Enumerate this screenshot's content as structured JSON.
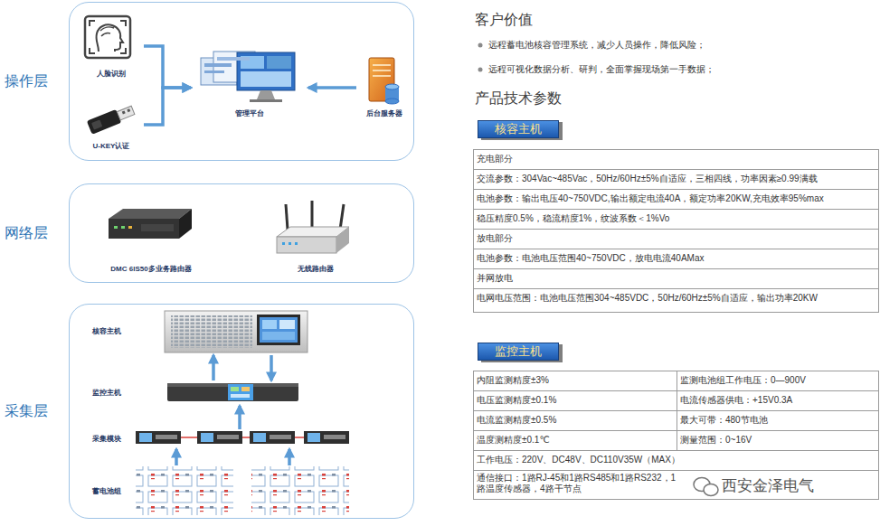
{
  "diagram": {
    "nodes": [
      {
        "text": [
          "操作层"
        ]
      },
      {
        "text": [
          "人脸识别"
        ],
        "in": 0
      },
      {
        "text": [
          "U-KEY认证"
        ],
        "in": 0
      },
      {
        "text": [
          "管理平台"
        ],
        "in": 0
      },
      {
        "text": [
          "后台服务器"
        ],
        "in": 0
      },
      {
        "text": [
          "网络层"
        ]
      },
      {
        "text": [
          "DMC 6IS50多业务路由器"
        ],
        "in": 5
      },
      {
        "text": [
          "无线路由器"
        ],
        "in": 5
      },
      {
        "text": [
          "采集层"
        ]
      },
      {
        "text": [
          "核容主机"
        ],
        "in": 8
      },
      {
        "text": [
          "监控主机"
        ],
        "in": 8
      },
      {
        "text": [
          "采集模块"
        ],
        "in": 8
      },
      {
        "text": [
          "蓄电池组"
        ],
        "in": 8
      },
      {
        "text": [
          "核容主机"
        ]
      },
      {
        "text": [
          "监控主机"
        ]
      }
    ],
    "edges": [
      {
        "from": 1,
        "to": 3,
        "arrow": "to"
      },
      {
        "from": 2,
        "to": 3,
        "arrow": "to"
      },
      {
        "from": 4,
        "to": 3,
        "arrow": "to"
      },
      {
        "from": 10,
        "to": 9,
        "arrow": "to"
      },
      {
        "from": 9,
        "to": 10,
        "arrow": "to"
      },
      {
        "from": 11,
        "to": 10,
        "arrow": "to"
      },
      {
        "from": 12,
        "to": 11,
        "arrow": "to"
      }
    ],
    "labels": [
      "客户价值",
      "远程蓄电池核容管理系统，减少人员操作，降低风险；",
      "远程可视化数据分析、研判，全面掌握现场第一手数据；",
      "产品技术参数",
      "充电部分",
      "交流参数：304Vac~485Vac，50Hz/60Hz±5%自适应，三相四线，功率因素≥0.99满载",
      "电池参数：输出电压40~750VDC,输出额定电流40A，额定功率20KW,充电效率95%max",
      "稳压精度0.5%，稳流精度1%，纹波系数＜1%Vo",
      "放电部分",
      "电池参数：电池电压范围40~750VDC，放电电流40AMax",
      "并网放电",
      "电网电压范围：电池电压范围304~485VDC，50Hz/60Hz±5%自适应，输出功率20KW",
      "内阻监测精度±3%",
      "监测电池组工作电压：0—900V",
      "电压监测精度±0.1%",
      "电流传感器供电：+15V0.3A",
      "电流监测精度±0.5%",
      "最大可带：480节电池",
      "温度测精度±0.1℃",
      "测量范围：0~16V",
      "工作电压：220V、DC48V、DC110V35W（MAX）",
      "通信接口：1路RJ-45和1路RS485和1路RS232，1路温度传感器，4路干节点",
      "西安金泽电气"
    ]
  }
}
